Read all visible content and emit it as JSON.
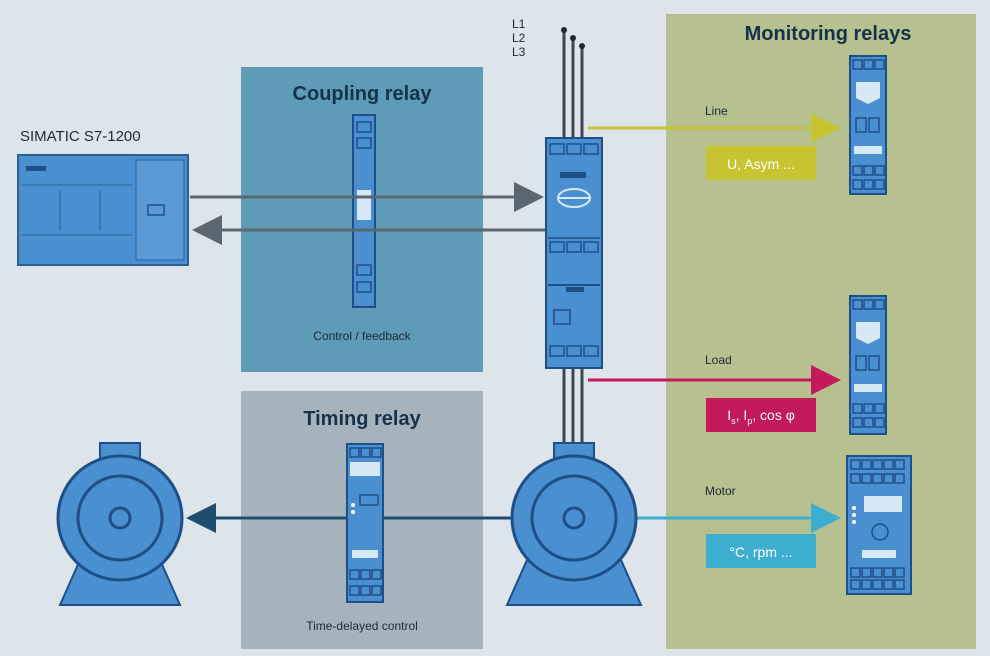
{
  "colors": {
    "background": "#dde4ea",
    "coupling_panel": "#5d9bb7",
    "timing_panel": "#a7b3bc",
    "monitoring_panel": "#b7c18f",
    "device_blue": "#4a90d0",
    "device_dark": "#1f4f87",
    "line_yellow": "#c6c531",
    "load_magenta": "#c21a5a",
    "motor_cyan": "#3eaed0",
    "arrow_gray": "#5a6670",
    "arrow_dark_blue": "#1e4d70"
  },
  "plc": {
    "label": "SIMATIC S7-1200",
    "icon": "plc-device-icon"
  },
  "coupling": {
    "title": "Coupling relay",
    "caption": "Control / feedback",
    "icon": "coupling-relay-icon"
  },
  "timing": {
    "title": "Timing relay",
    "caption": "Time-delayed control",
    "icon": "timing-relay-icon"
  },
  "monitoring": {
    "title": "Monitoring relays",
    "line": {
      "label": "Line",
      "value": "U, Asym ..."
    },
    "load": {
      "label": "Load",
      "value_part1": "I",
      "sub1": "s",
      "value_part2": ", I",
      "sub2": "p",
      "value_part3": ", cos φ"
    },
    "motor": {
      "label": "Motor",
      "value": "°C, rpm ..."
    }
  },
  "phases": [
    "L1",
    "L2",
    "L3"
  ],
  "icons": [
    "motor-starter-icon",
    "motor-icon",
    "monitoring-relay-icon"
  ]
}
